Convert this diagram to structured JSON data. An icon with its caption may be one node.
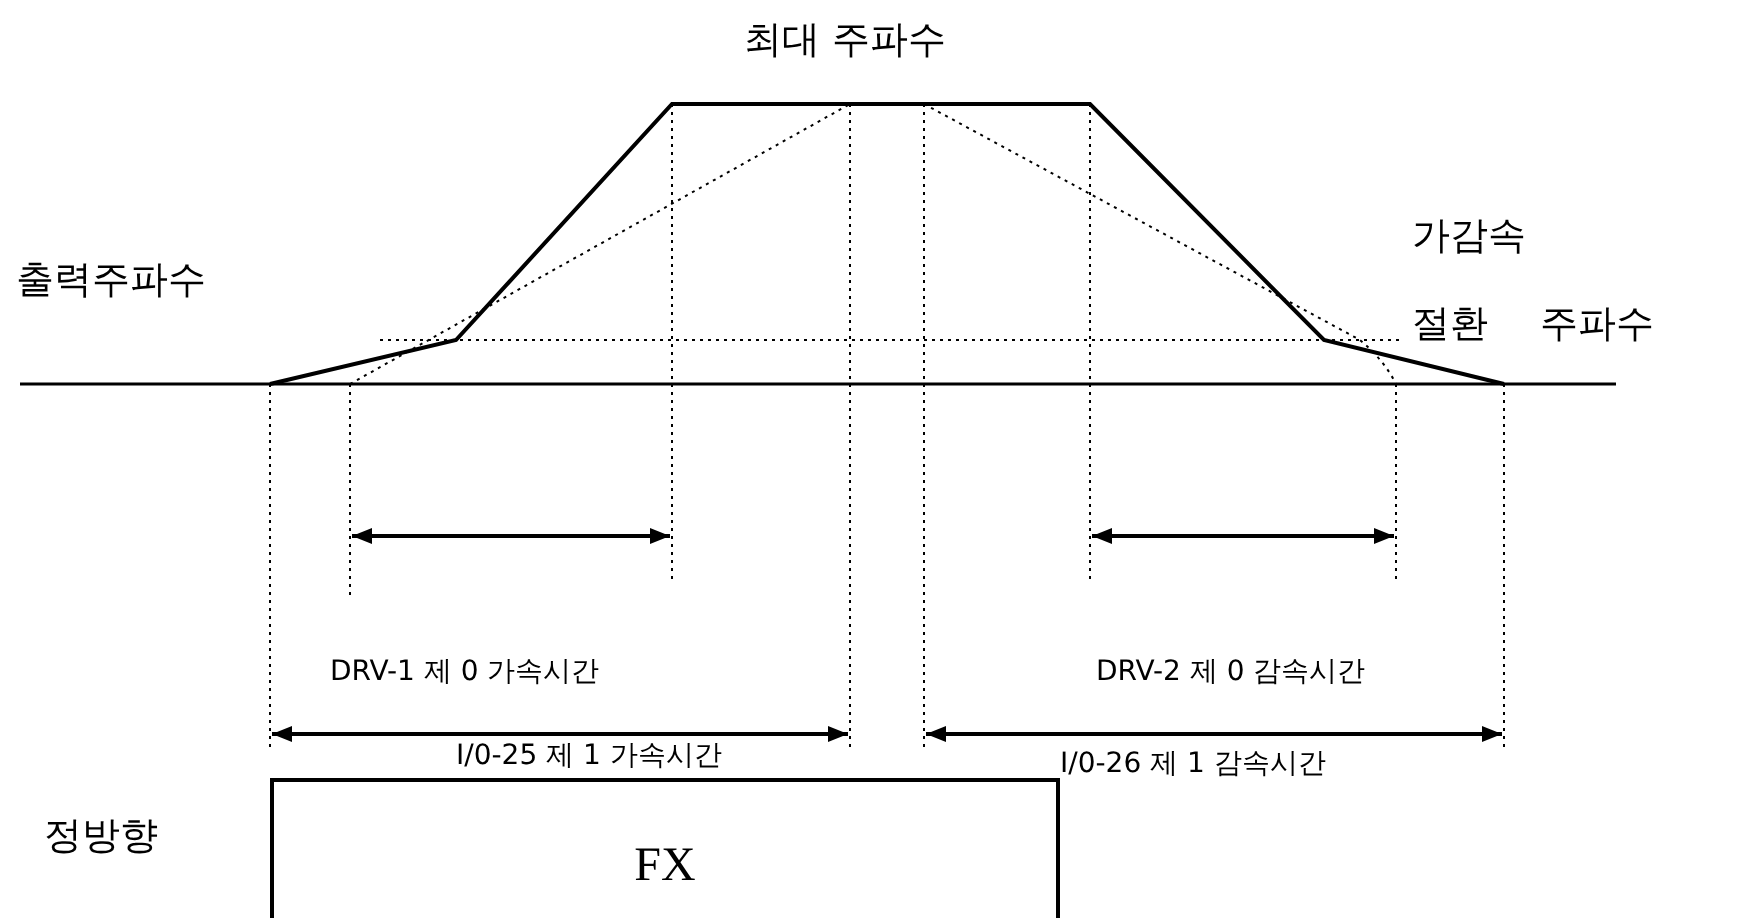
{
  "diagram": {
    "nodes": [
      {
        "text": [
          "FX"
        ],
        "beside": [
          "정방향"
        ]
      }
    ],
    "labels": [
      "최대 주파수",
      "출력주파수",
      "가감속 절환 주파수",
      "DRV-1 제 0 가속시간",
      "DRV-2 제 0 감속시간",
      "I/0-25 제 1 가속시간",
      "I/0-26 제 1 감속시간"
    ]
  }
}
